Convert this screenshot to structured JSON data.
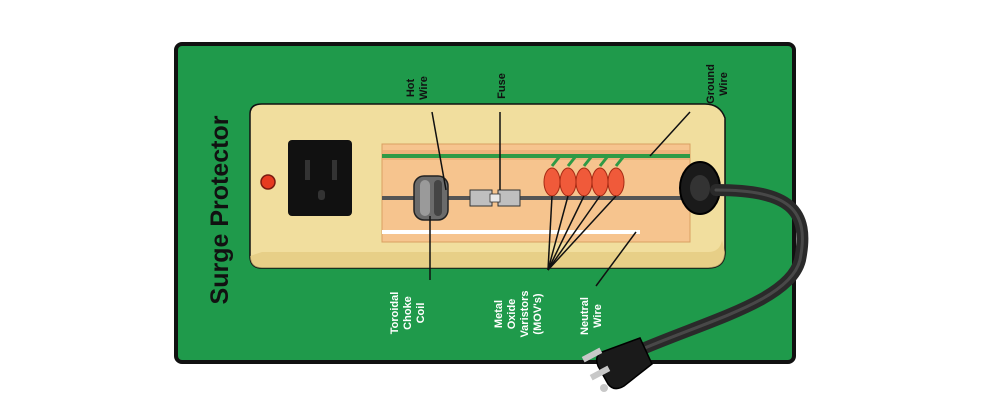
{
  "title": "Surge Protector",
  "labels": {
    "hot_wire": [
      "Hot",
      "Wire"
    ],
    "fuse": [
      "Fuse"
    ],
    "ground_wire": [
      "Ground",
      "Wire"
    ],
    "choke_coil": [
      "Toroidal",
      "Choke",
      "Coil"
    ],
    "movs": [
      "Metal",
      "Oxide",
      "Varistors",
      "(MOV's)"
    ],
    "neutral_wire": [
      "Neutral",
      "Wire"
    ]
  },
  "colors": {
    "board_green": "#1f9a4b",
    "housing": "#f1de9e",
    "interior": "#f6c48e",
    "wire_green": "#2f9a45",
    "mov_red": "#f05a3a",
    "outline": "#111111"
  }
}
